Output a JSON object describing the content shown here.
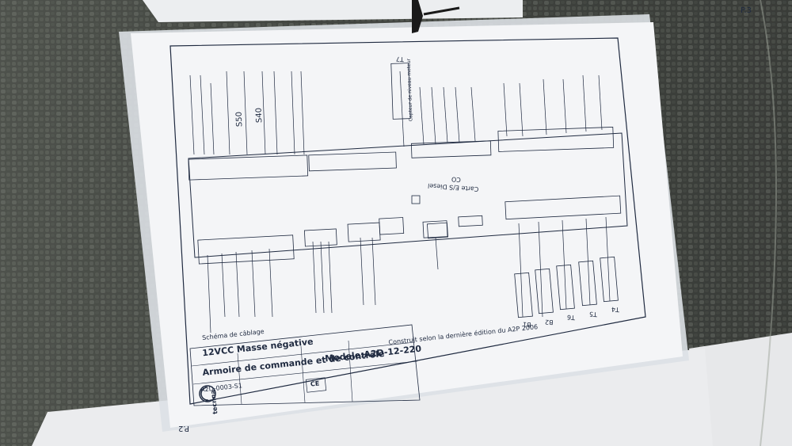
{
  "title_block": {
    "model": "Modele:A2D-12-220",
    "line1": "Armoire de commande et de contrôle",
    "line2": "12VCC Masse négative",
    "line3": "Schéma de câblage",
    "note": "Construit selon la dernière édition du A2P 2006",
    "drawing_number": "A2D-0003-S1",
    "page": "P.2",
    "page_top": "P.3",
    "ce_mark": "CE",
    "brand": "tecnna"
  },
  "board": {
    "label_carte": "Carte E/S Diesel",
    "label_co": "CO"
  },
  "sensors": {
    "t7": "T7",
    "t7_label": "Capteur de niveau moteur",
    "s40": "S40",
    "s50": "S50",
    "b1": "B1",
    "b2": "B2",
    "t6": "T6",
    "t5": "T5",
    "t4": "T4"
  },
  "colors": {
    "background": "#3b3d3a",
    "paper": "#f4f5f7",
    "ink": "#1f2a40",
    "sleeve": "#dfe3e8"
  }
}
